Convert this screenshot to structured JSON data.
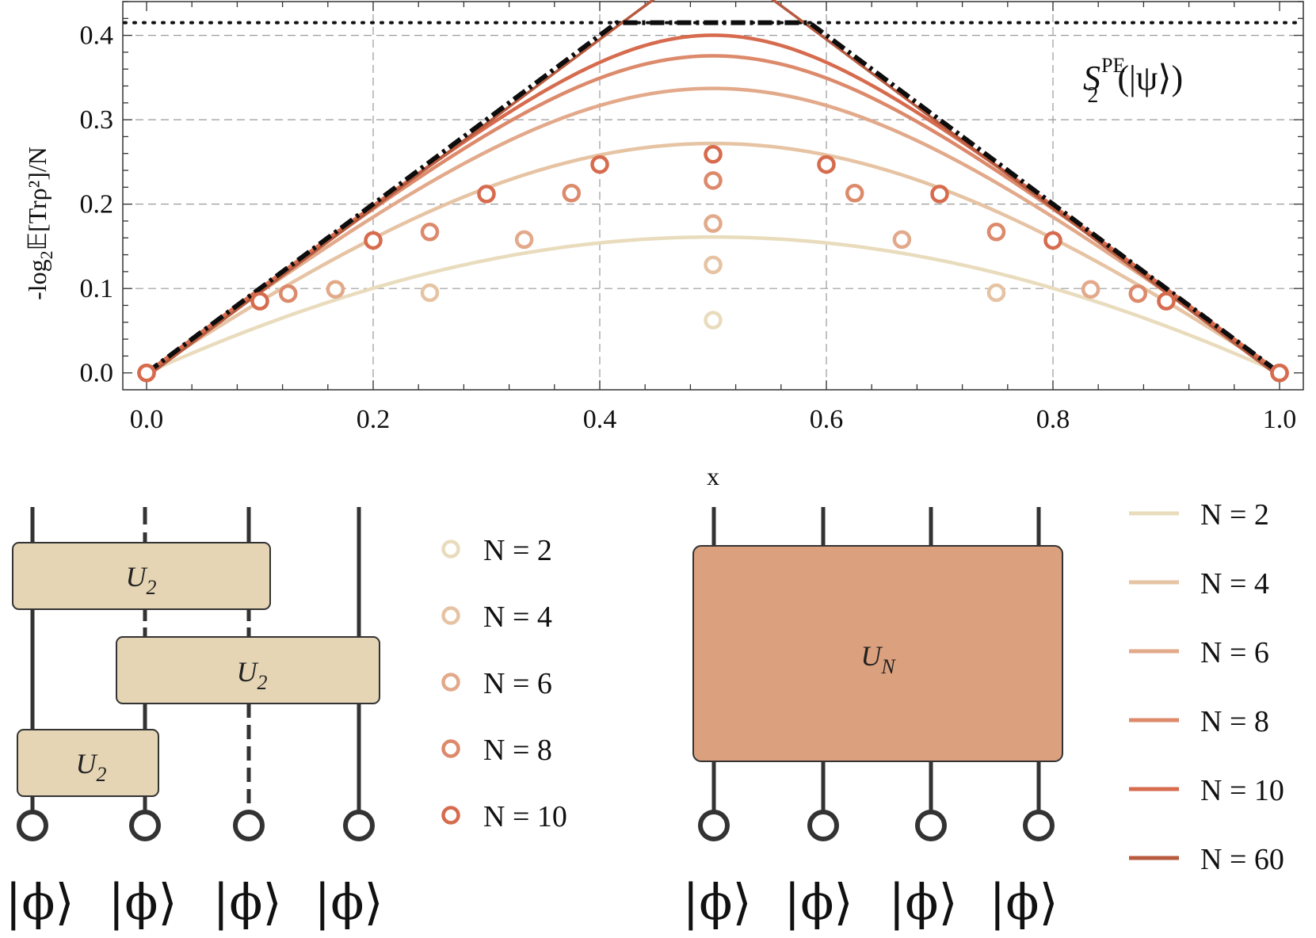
{
  "chart_data": {
    "type": "line",
    "xlabel": "x",
    "ylabel": "-log",
    "ylabel_sub": "2",
    "ylabel_tail": "𝔼[Trρ²]/N",
    "xlim": [
      0,
      1
    ],
    "ylim": [
      -0.02,
      0.44
    ],
    "xticks": [
      "0.0",
      "0.2",
      "0.4",
      "0.6",
      "0.8",
      "1.0"
    ],
    "yticks": [
      "0.0",
      "0.1",
      "0.2",
      "0.3",
      "0.4"
    ],
    "grid": "dashed at major ticks",
    "annotation": {
      "main": "S",
      "sub": "2",
      "sup": "PE",
      "arg": "(|ψ⟩)"
    },
    "reference_level": 0.415,
    "curves": [
      {
        "name": "N = 2",
        "N": 2,
        "color": "#e9dcbd"
      },
      {
        "name": "N = 4",
        "N": 4,
        "color": "#e6c3a3"
      },
      {
        "name": "N = 6",
        "N": 6,
        "color": "#e2a98a"
      },
      {
        "name": "N = 8",
        "N": 8,
        "color": "#dc8a6b"
      },
      {
        "name": "N = 10",
        "N": 10,
        "color": "#d66b4e"
      },
      {
        "name": "N = 60",
        "N": 60,
        "color": "#b75a3e"
      }
    ],
    "dashed_curve": {
      "name": "asymptote",
      "points": [
        [
          0,
          0
        ],
        [
          0.415,
          0.415
        ],
        [
          0.585,
          0.415
        ],
        [
          1,
          0
        ]
      ]
    },
    "markers": [
      {
        "name": "N = 2",
        "color": "#e9dcbd",
        "points": [
          [
            0,
            0
          ],
          [
            0.5,
            0.0625
          ],
          [
            1,
            0
          ]
        ]
      },
      {
        "name": "N = 4",
        "color": "#e6c3a3",
        "points": [
          [
            0,
            0
          ],
          [
            0.25,
            0.095
          ],
          [
            0.5,
            0.128
          ],
          [
            0.75,
            0.095
          ],
          [
            1,
            0
          ]
        ]
      },
      {
        "name": "N = 6",
        "color": "#e2a98a",
        "points": [
          [
            0,
            0
          ],
          [
            0.1667,
            0.099
          ],
          [
            0.3333,
            0.158
          ],
          [
            0.5,
            0.177
          ],
          [
            0.6667,
            0.158
          ],
          [
            0.8333,
            0.099
          ],
          [
            1,
            0
          ]
        ]
      },
      {
        "name": "N = 8",
        "color": "#dc8a6b",
        "points": [
          [
            0,
            0
          ],
          [
            0.125,
            0.094
          ],
          [
            0.25,
            0.167
          ],
          [
            0.375,
            0.213
          ],
          [
            0.5,
            0.228
          ],
          [
            0.625,
            0.213
          ],
          [
            0.75,
            0.167
          ],
          [
            0.875,
            0.094
          ],
          [
            1,
            0
          ]
        ]
      },
      {
        "name": "N = 10",
        "color": "#d66b4e",
        "points": [
          [
            0,
            0
          ],
          [
            0.1,
            0.085
          ],
          [
            0.2,
            0.157
          ],
          [
            0.3,
            0.212
          ],
          [
            0.4,
            0.247
          ],
          [
            0.5,
            0.259
          ],
          [
            0.6,
            0.247
          ],
          [
            0.7,
            0.212
          ],
          [
            0.8,
            0.157
          ],
          [
            0.9,
            0.085
          ],
          [
            1,
            0
          ]
        ]
      }
    ]
  },
  "marker_legend": [
    {
      "label": "N = 2",
      "color": "#e9dcbd"
    },
    {
      "label": "N = 4",
      "color": "#e6c3a3"
    },
    {
      "label": "N = 6",
      "color": "#e2a98a"
    },
    {
      "label": "N = 8",
      "color": "#dc8a6b"
    },
    {
      "label": "N = 10",
      "color": "#d66b4e"
    }
  ],
  "line_legend": [
    {
      "label": "N = 2",
      "color": "#e9dcbd"
    },
    {
      "label": "N = 4",
      "color": "#e6c3a3"
    },
    {
      "label": "N = 6",
      "color": "#e2a98a"
    },
    {
      "label": "N = 8",
      "color": "#dc8a6b"
    },
    {
      "label": "N = 10",
      "color": "#d66b4e"
    },
    {
      "label": "N = 60",
      "color": "#b75a3e"
    }
  ],
  "diagram_left": {
    "gate_label": "U",
    "gate_sub": "2",
    "gate_color": "#e5d5b4",
    "ket": "|ϕ⟩"
  },
  "diagram_right": {
    "gate_label": "U",
    "gate_sub": "N",
    "gate_color": "#dba07d",
    "ket": "|ϕ⟩"
  }
}
